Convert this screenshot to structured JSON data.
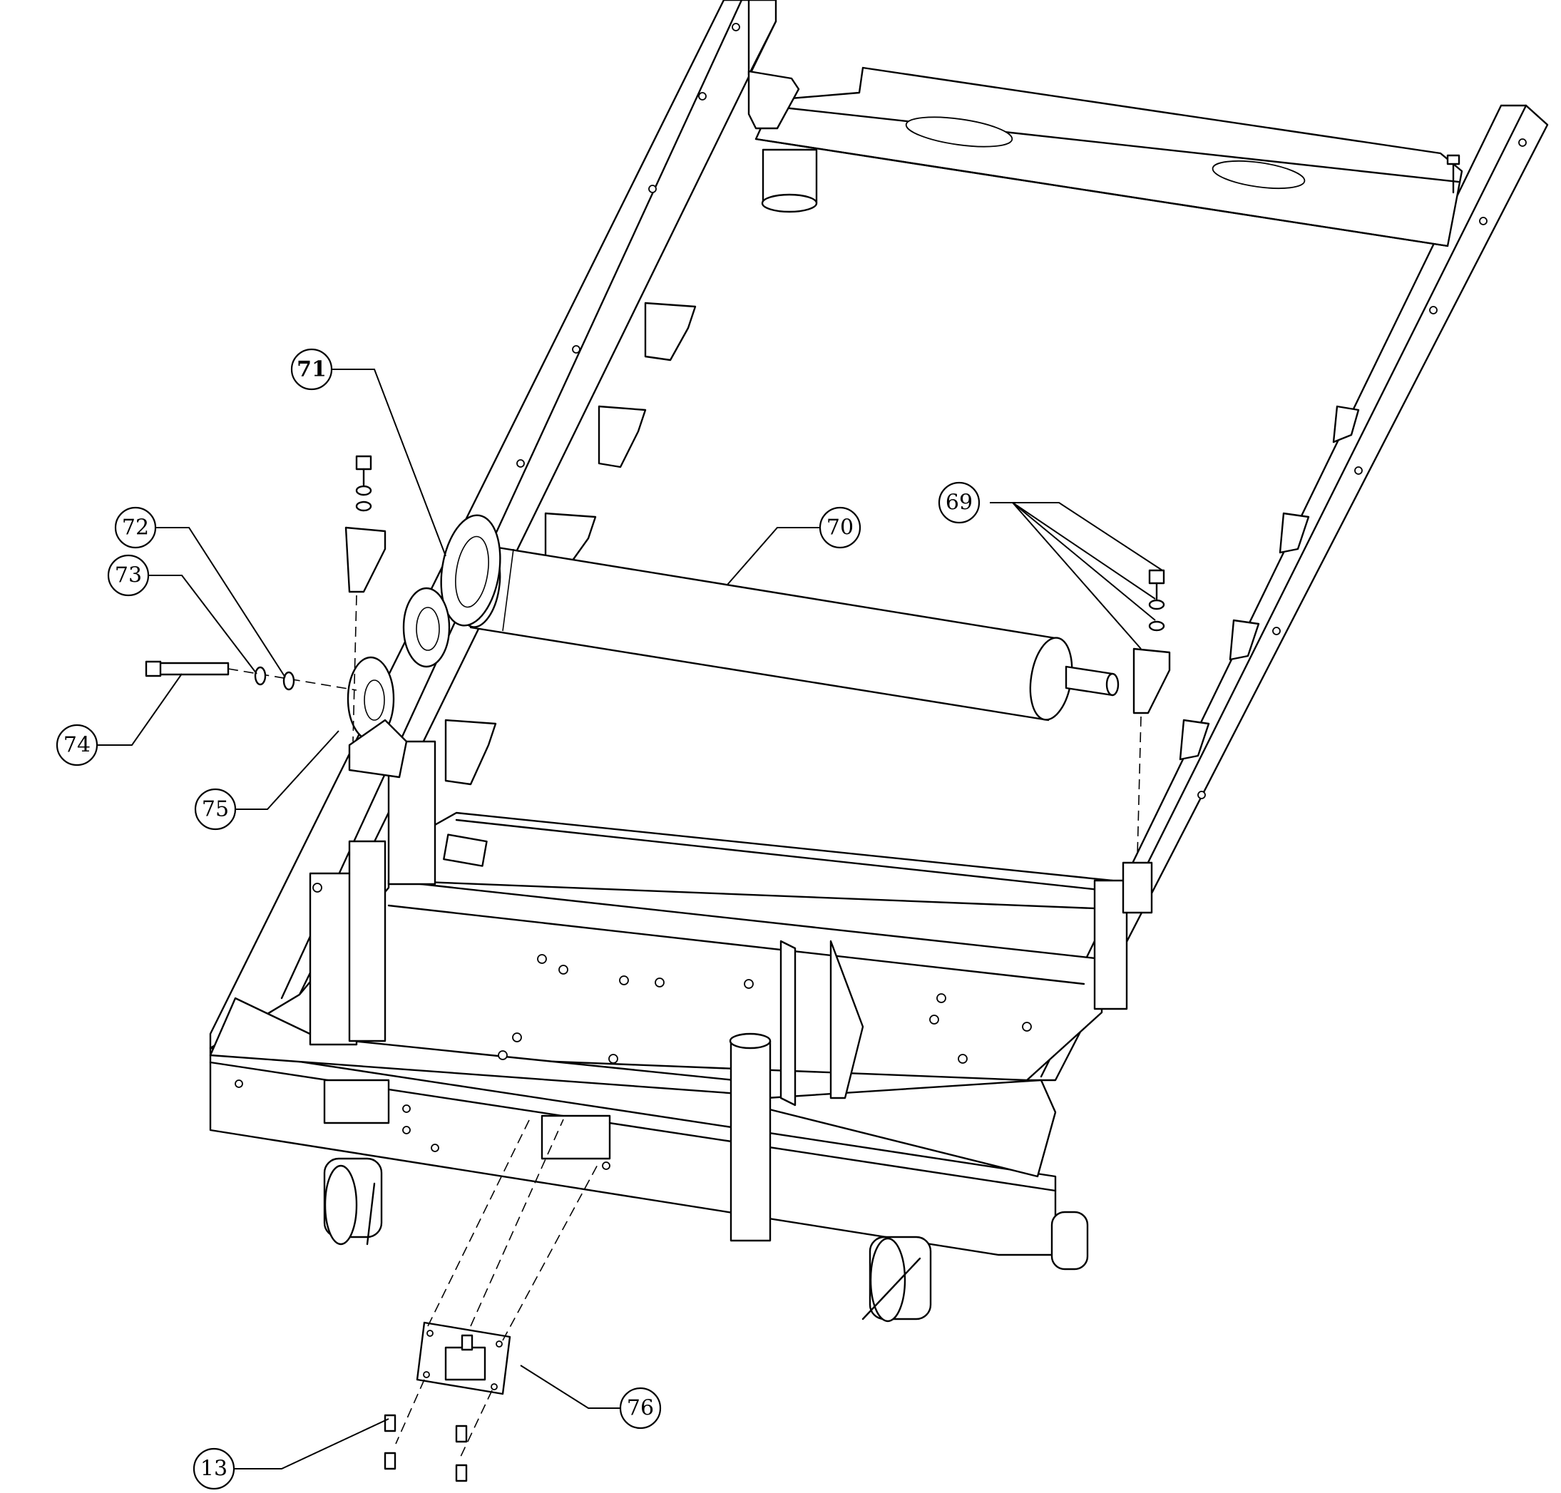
{
  "callouts": [
    {
      "id": "c69",
      "label": "69"
    },
    {
      "id": "c70",
      "label": "70"
    },
    {
      "id": "c71",
      "label": "71"
    },
    {
      "id": "c72",
      "label": "72"
    },
    {
      "id": "c73",
      "label": "73"
    },
    {
      "id": "c74",
      "label": "74"
    },
    {
      "id": "c75",
      "label": "75"
    },
    {
      "id": "c76",
      "label": "76"
    },
    {
      "id": "c13",
      "label": "13"
    }
  ],
  "colors": {
    "line": "#000000",
    "background": "#ffffff"
  }
}
